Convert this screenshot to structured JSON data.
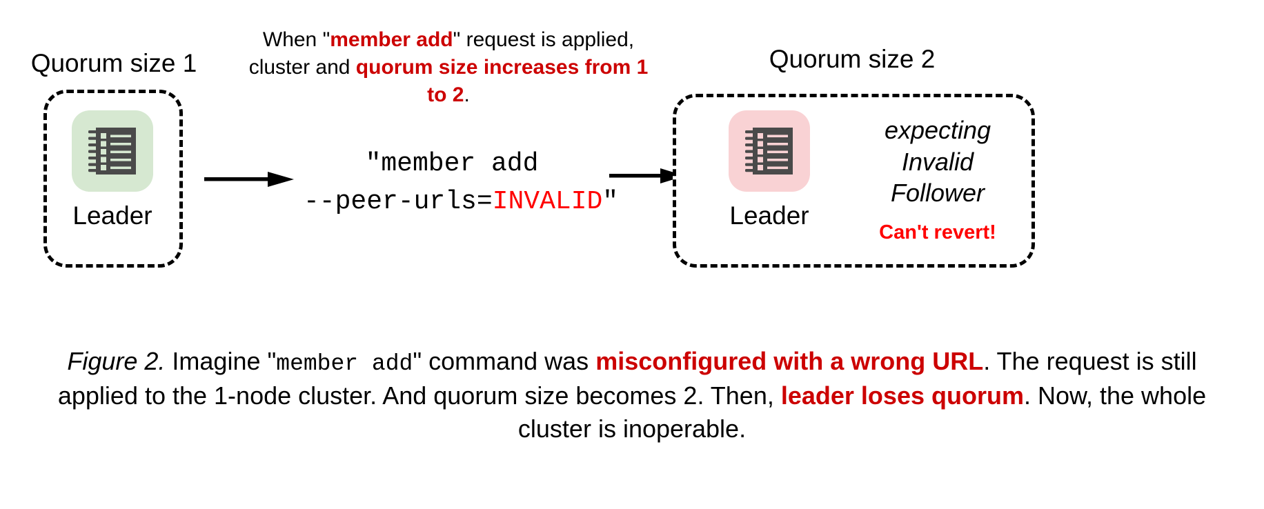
{
  "diagram": {
    "left_node": {
      "title": "Quorum size 1",
      "label": "Leader",
      "icon": "notebook-icon",
      "tile_color": "#d6e8d1"
    },
    "right_node": {
      "title": "Quorum size 2",
      "label": "Leader",
      "icon": "notebook-icon",
      "tile_color": "#f9d2d4",
      "expecting_lines": [
        "expecting",
        "Invalid",
        "Follower"
      ],
      "warning": "Can't revert!",
      "warning_color": "#ff0000"
    },
    "annotation": {
      "part1": "When \"",
      "emphasis1": "member add",
      "part2": "\" request is applied, cluster and ",
      "emphasis2": "quorum size increases from 1 to 2",
      "part3": "."
    },
    "command": {
      "line1": "\"member add",
      "line2_prefix": "--peer-urls=",
      "line2_invalid": "INVALID",
      "line2_suffix": "\"",
      "invalid_color": "#ff0000"
    },
    "arrows": {
      "arrow1": "arrow-right-icon",
      "arrow2": "arrow-right-icon"
    }
  },
  "caption": {
    "figure_label": "Figure 2.",
    "text1": " Imagine \"",
    "mono1": "member add",
    "text2": "\" command was ",
    "emphasis1": "misconfigured with a wrong URL",
    "text3": ". The request is still applied to the 1-node cluster. And quorum size becomes 2. Then, ",
    "emphasis2": "leader loses quorum",
    "text4": ". Now, the whole cluster is inoperable."
  },
  "colors": {
    "emphasis_red": "#cc0000",
    "bright_red": "#ff0000",
    "icon_dark": "#4a4a4a",
    "green_tile": "#d6e8d1",
    "pink_tile": "#f9d2d4"
  }
}
